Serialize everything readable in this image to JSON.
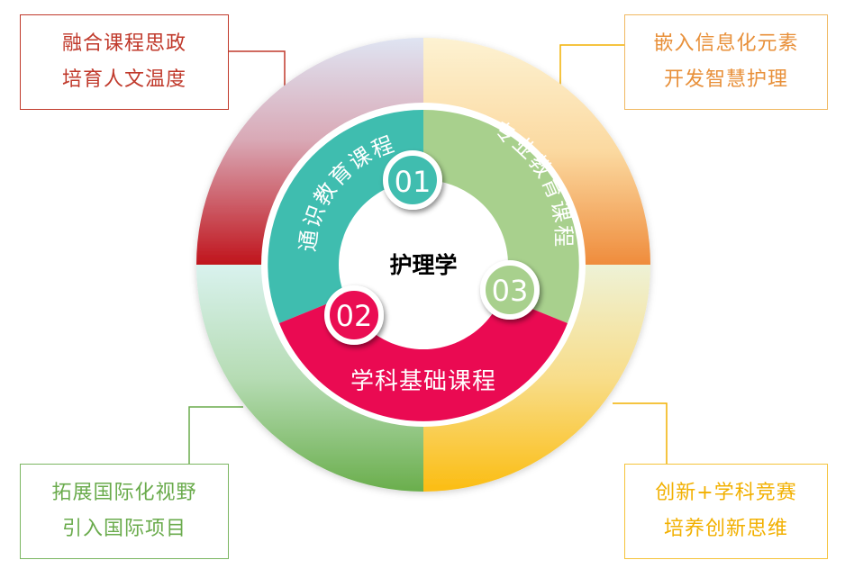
{
  "center": {
    "title": "护理学"
  },
  "segments": [
    {
      "number": "01",
      "label": "通识教育课程",
      "color": "#3fbdaf"
    },
    {
      "number": "02",
      "label": "学科基础课程",
      "color": "#ea0a52"
    },
    {
      "number": "03",
      "label": "专业教育课程",
      "color": "#a8d08d"
    }
  ],
  "callouts": {
    "top_left": {
      "line1": "融合课程思政",
      "line2": "培育人文温度",
      "color": "#c0392b"
    },
    "top_right": {
      "line1": "嵌入信息化元素",
      "line2": "开发智慧护理",
      "color": "#e8903a"
    },
    "bottom_left": {
      "line1": "拓展国际化视野",
      "line2": "引入国际项目",
      "color": "#6aab4c"
    },
    "bottom_right": {
      "line1": "创新+学科竞赛",
      "line2": "培养创新思维",
      "color": "#f2b000"
    }
  }
}
